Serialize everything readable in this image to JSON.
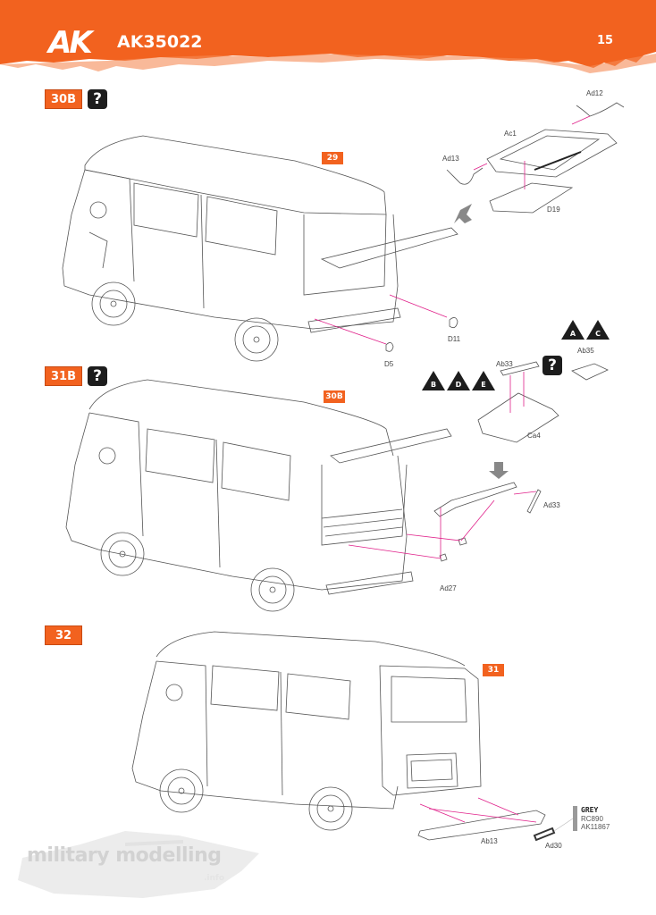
{
  "header": {
    "brand": "AK",
    "product_code": "AK35022",
    "page_number": "15",
    "accent_color": "#f2621f"
  },
  "steps": [
    {
      "number": "30B",
      "has_optional_icon": true,
      "previous_step_ref": "29",
      "parts": [
        "Ad12",
        "Ac1",
        "Ad13",
        "D19",
        "D11",
        "D5"
      ]
    },
    {
      "number": "31B",
      "has_optional_icon": true,
      "previous_step_ref": "30B",
      "version_markers_left": [
        "B",
        "D",
        "E"
      ],
      "version_markers_right": [
        "A",
        "C"
      ],
      "parts": [
        "Ab33",
        "Ab35",
        "Ca4",
        "Ad33",
        "Ad27"
      ]
    },
    {
      "number": "32",
      "has_optional_icon": false,
      "previous_step_ref": "31",
      "parts": [
        "Ab13",
        "Ad30"
      ],
      "paint": {
        "name": "GREY",
        "code1": "RC890",
        "code2": "AK11867",
        "swatch_color": "#9a9a9a"
      }
    }
  ],
  "icons": {
    "optional": "?"
  },
  "watermark": {
    "text": "military modelling",
    "suffix": ".info"
  }
}
